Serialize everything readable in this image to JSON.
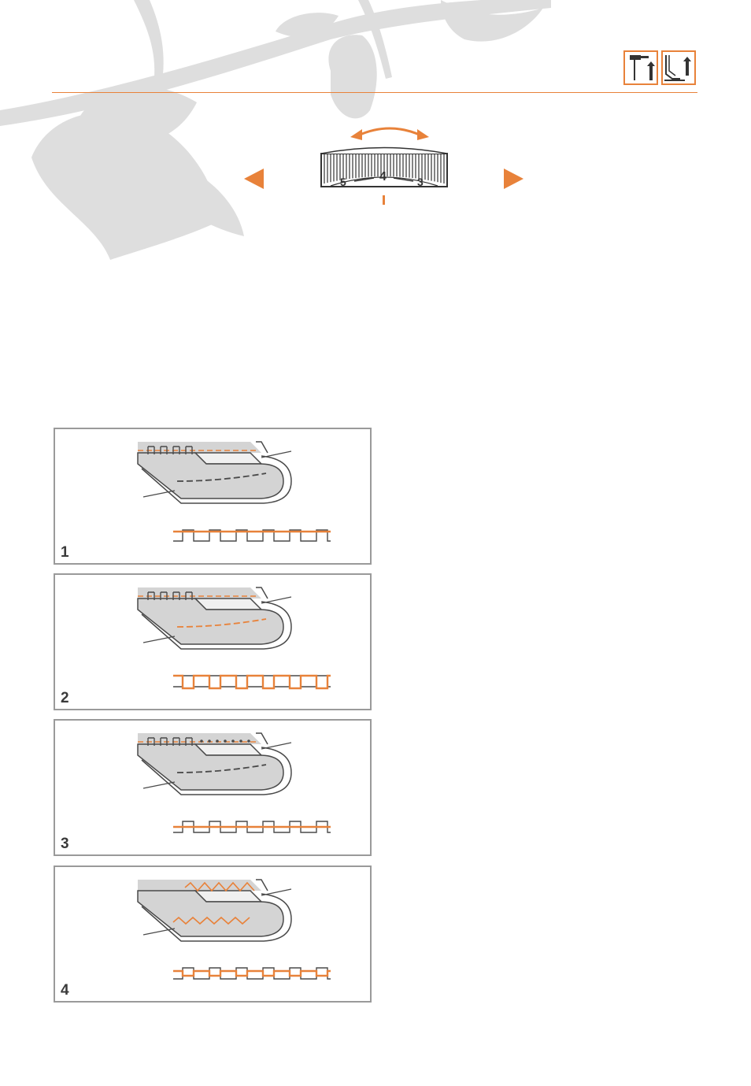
{
  "colors": {
    "accent": "#e8823a",
    "leaf": "#dcdcdc",
    "line": "#4a4a4a",
    "fabric": "#d4d4d4",
    "panel_border": "#9a9a9a"
  },
  "header_icons": [
    "presser-foot-lever-up-icon",
    "needle-up-icon"
  ],
  "dial": {
    "numbers": [
      "5",
      "4",
      "3"
    ],
    "left_arrow": "triangle-left-icon",
    "right_arrow": "triangle-right-icon",
    "rotate_arrow": "double-arrow-curved-icon"
  },
  "panels": [
    {
      "number": "1",
      "top_stitch": "straight",
      "under_stitch": "dashed-gray",
      "thread": "top-orange"
    },
    {
      "number": "2",
      "top_stitch": "straight",
      "under_stitch": "dashed-orange",
      "thread": "bottom-orange"
    },
    {
      "number": "3",
      "top_stitch": "straight",
      "under_stitch": "dashed-gray",
      "thread": "middle-orange"
    },
    {
      "number": "4",
      "top_stitch": "zigzag",
      "under_stitch": "zigzag",
      "thread": "balanced-orange"
    }
  ]
}
